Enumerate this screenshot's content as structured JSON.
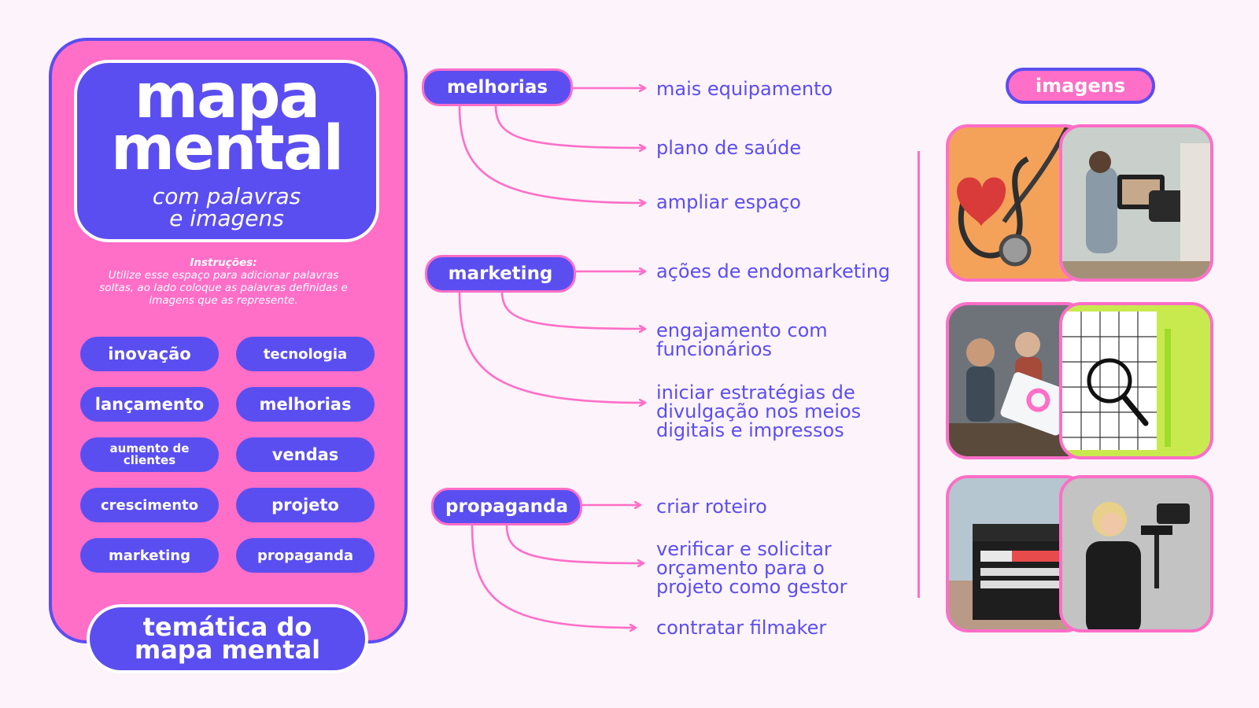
{
  "colors": {
    "primary": "#5b4ef0",
    "accent": "#ff6ec7",
    "background": "#fdf3fb"
  },
  "title": {
    "main_line1": "mapa",
    "main_line2": "mental",
    "sub_line1": "com palavras",
    "sub_line2": "e imagens"
  },
  "instructions": {
    "heading": "Instruções:",
    "body": "Utilize esse espaço para adicionar palavras soltas, ao lado coloque as palavras definidas e imagens que as represente."
  },
  "keywords": [
    "inovação",
    "tecnologia",
    "lançamento",
    "melhorias",
    "aumento de clientes",
    "vendas",
    "crescimento",
    "projeto",
    "marketing",
    "propaganda"
  ],
  "theme": {
    "line1": "temática do",
    "line2": "mapa mental"
  },
  "categories": [
    {
      "label": "melhorias",
      "items": [
        "mais equipamento",
        "plano de saúde",
        "ampliar espaço"
      ]
    },
    {
      "label": "marketing",
      "items": [
        "ações de endomarketing",
        "engajamento com funcionários",
        "iniciar estratégias de divulgação nos meios digitais e impressos"
      ]
    },
    {
      "label": "propaganda",
      "items": [
        "criar roteiro",
        "verificar e solicitar orçamento para o projeto como gestor",
        "contratar filmaker"
      ]
    }
  ],
  "images_label": "imagens",
  "image_pairs": [
    {
      "left": "stethoscope-heart-photo",
      "right": "camera-recording-photo"
    },
    {
      "left": "team-tablet-meeting-photo",
      "right": "magnifier-grid-notebook-photo"
    },
    {
      "left": "film-clapperboard-photo",
      "right": "woman-filming-gimbal-photo"
    }
  ]
}
